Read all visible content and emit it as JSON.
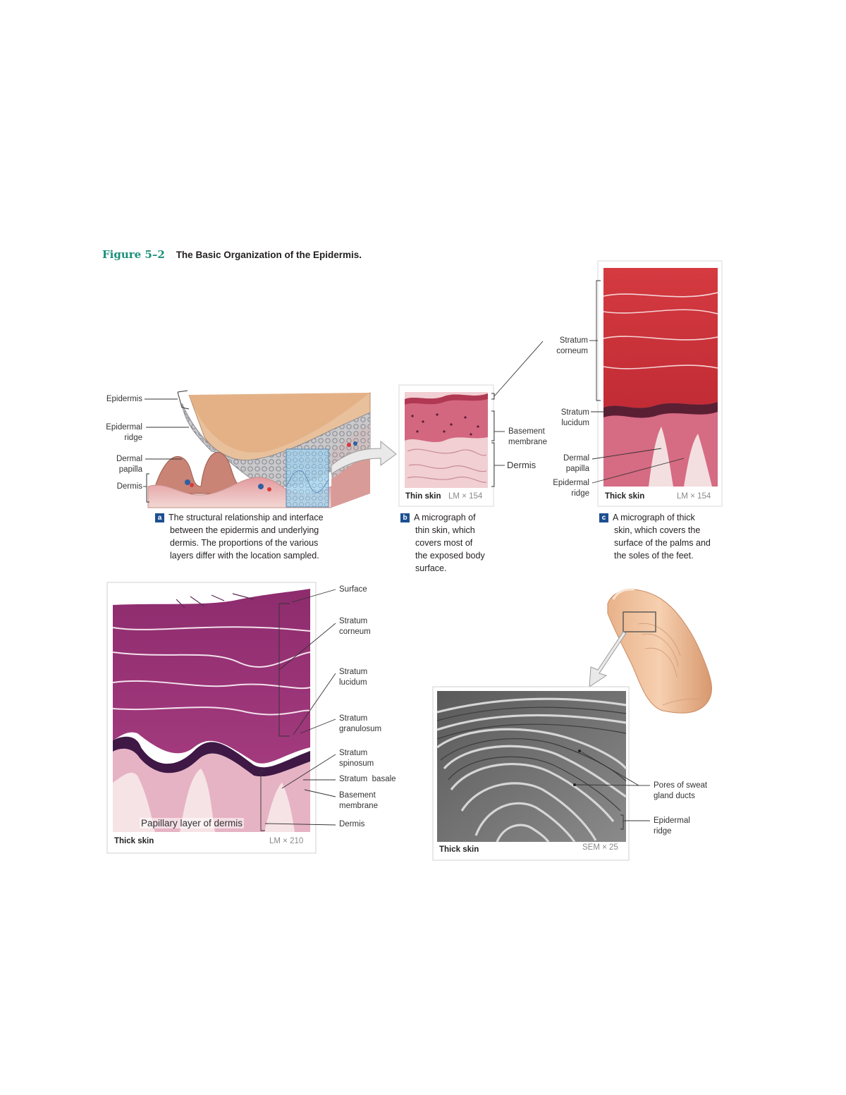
{
  "figure": {
    "number": "Figure 5–2",
    "title": "The Basic Organization of the Epidermis."
  },
  "panel_a": {
    "badge": "a",
    "labels": {
      "epidermis": "Epidermis",
      "epidermal_ridge_1": "Epidermal",
      "epidermal_ridge_2": "ridge",
      "dermal_papilla_1": "Dermal",
      "dermal_papilla_2": "papilla",
      "dermis": "Dermis"
    },
    "caption_lines": [
      "The structural relationship and interface",
      "between the epidermis and underlying",
      "dermis. The proportions of the various",
      "layers differ with the location sampled."
    ]
  },
  "panel_b": {
    "badge": "b",
    "skin_label": "Thin skin",
    "magnification": "LM × 154",
    "labels": {
      "basement_membrane_1": "Basement",
      "basement_membrane_2": "membrane",
      "dermis": "Dermis"
    },
    "caption_lines": [
      "A micrograph of",
      "thin skin, which",
      "covers most of",
      "the exposed body",
      "surface."
    ]
  },
  "panel_c": {
    "badge": "c",
    "skin_label": "Thick skin",
    "magnification": "LM × 154",
    "labels": {
      "stratum_corneum_1": "Stratum",
      "stratum_corneum_2": "corneum",
      "stratum_lucidum_1": "Stratum",
      "stratum_lucidum_2": "lucidum",
      "dermal_papilla_1": "Dermal",
      "dermal_papilla_2": "papilla",
      "epidermal_ridge_1": "Epidermal",
      "epidermal_ridge_2": "ridge"
    },
    "caption_lines": [
      "A micrograph of thick",
      "skin, which covers the",
      "surface of the palms and",
      "the soles of the feet."
    ]
  },
  "panel_d": {
    "skin_label": "Thick skin",
    "magnification": "LM × 210",
    "inner_label": "Papillary layer of dermis",
    "labels": {
      "surface": "Surface",
      "corneum_1": "Stratum",
      "corneum_2": "corneum",
      "lucidum_1": "Stratum",
      "lucidum_2": "lucidum",
      "granulosum_1": "Stratum",
      "granulosum_2": "granulosum",
      "spinosum_1": "Stratum",
      "spinosum_2": "spinosum",
      "basale": "Stratum  basale",
      "basement_1": "Basement",
      "basement_2": "membrane",
      "dermis": "Dermis"
    }
  },
  "panel_e": {
    "skin_label": "Thick skin",
    "magnification": "SEM × 25",
    "labels": {
      "pores_1": "Pores of sweat",
      "pores_2": "gland ducts",
      "ridge_1": "Epidermal",
      "ridge_2": "ridge"
    }
  },
  "colors": {
    "figure_number": "#1a8f7a",
    "badge": "#1d4f91"
  }
}
